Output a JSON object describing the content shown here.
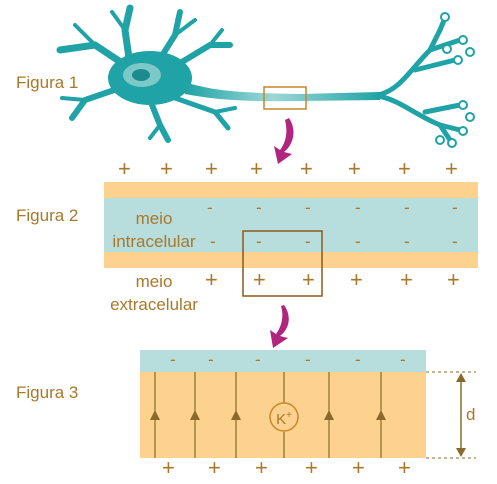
{
  "labels": {
    "figura1": "Figura 1",
    "figura2": "Figura 2",
    "figura3": "Figura 3",
    "meio_intra_1": "meio",
    "meio_intra_2": "intracelular",
    "meio_extra_1": "meio",
    "meio_extra_2": "extracelular",
    "ion": "K+",
    "distance": "d"
  },
  "signs": {
    "plus": "+",
    "minus": "-"
  },
  "colors": {
    "text": "#a9782a",
    "membrane_orange": "#fdd28e",
    "membrane_blue": "#b7dedd",
    "neuron_teal": "#1fa3a6",
    "arrow_magenta": "#b0267f",
    "field_line": "#8a6a2a"
  }
}
